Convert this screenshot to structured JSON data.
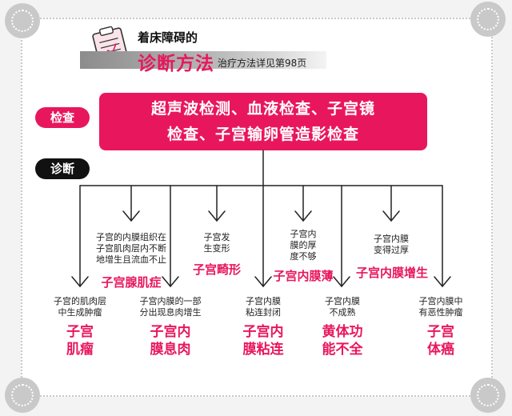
{
  "header": {
    "title_top": "着床障碍的",
    "title_main": "诊断方法",
    "note": "治疗方法详见第98页"
  },
  "exam": {
    "label": "检查",
    "line1": "超声波检测、血液检查、子宫镜",
    "line2": "检查、子宫输卵管造影检查"
  },
  "diagnosis": {
    "label": "诊断"
  },
  "upper_items": [
    {
      "desc": [
        "子宫的内膜组织在",
        "子宫肌肉层内不断",
        "地增生且流血不止"
      ],
      "name": "子宫腺肌症"
    },
    {
      "desc": [
        "子宫发",
        "生变形"
      ],
      "name": "子宫畸形"
    },
    {
      "desc": [
        "子宫内",
        "膜的厚",
        "度不够"
      ],
      "name": "子宫内膜薄"
    },
    {
      "desc": [
        "子宫内膜",
        "变得过厚"
      ],
      "name": "子宫内膜增生"
    }
  ],
  "lower_items": [
    {
      "desc": [
        "子宫的肌肉层",
        "中生成肿瘤"
      ],
      "name": [
        "子宫",
        "肌瘤"
      ]
    },
    {
      "desc": [
        "子宫内膜的一部",
        "分出现息肉增生"
      ],
      "name": [
        "子宫内",
        "膜息肉"
      ]
    },
    {
      "desc": [
        "子宫内膜",
        "粘连封闭"
      ],
      "name": [
        "子宫内",
        "膜粘连"
      ]
    },
    {
      "desc": [
        "子宫内膜",
        "不成熟"
      ],
      "name": [
        "黄体功",
        "能不全"
      ]
    },
    {
      "desc": [
        "子宫内膜中",
        "有恶性肿瘤"
      ],
      "name": [
        "子宫",
        "体癌"
      ]
    }
  ],
  "icons": [
    "clipboard-icon"
  ],
  "colors": {
    "accent": "#e8175d",
    "dark": "#111111"
  }
}
